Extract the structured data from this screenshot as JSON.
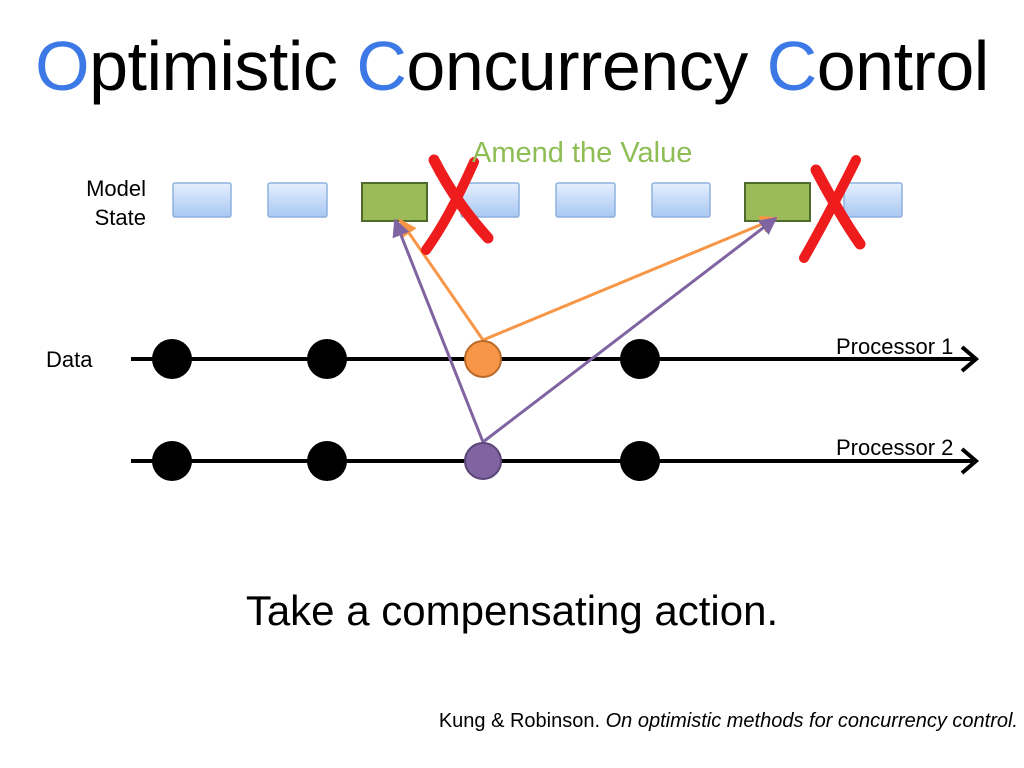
{
  "title": {
    "w1_cap": "O",
    "w1_rest": "ptimistic ",
    "w2_cap": "C",
    "w2_rest": "oncurrency ",
    "w3_cap": "C",
    "w3_rest": "ontrol"
  },
  "diagram": {
    "amend_label": "Amend the Value",
    "model_state_label": "Model State",
    "data_label": "Data",
    "processor_1_label": "Processor 1",
    "processor_2_label": "Processor 2"
  },
  "subtitle": "Take a compensating action.",
  "citation": {
    "authors": "Kung & Robinson. ",
    "title": "On optimistic methods for concurrency control."
  },
  "colors": {
    "title_accent": "#3c79e6",
    "amend_green": "#8fbd55",
    "state_box_green": "#9bbb59",
    "state_box_blue": "#c6dcf8",
    "orange": "#f79646",
    "purple": "#8064a2",
    "cross_red": "#ee1c1c"
  }
}
